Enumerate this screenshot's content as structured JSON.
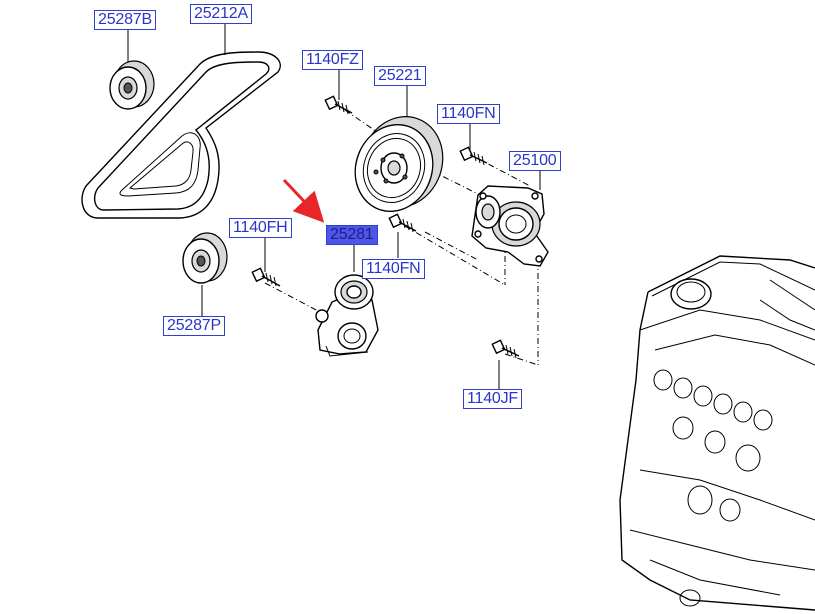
{
  "labels": {
    "p25287b": "25287B",
    "p25212a": "25212A",
    "p1140fz": "1140FZ",
    "p25221": "25221",
    "p1140fn_top": "1140FN",
    "p25100": "25100",
    "p1140fh": "1140FH",
    "p25281": "25281",
    "p1140fn_mid": "1140FN",
    "p25287p": "25287P",
    "p1140jf": "1140JF"
  },
  "selected_part": "25281",
  "colors": {
    "label_text": "#2a35c8",
    "label_border": "#2f3fd0",
    "selected_fill": "#4f55e6",
    "arrow": "#e8262a"
  }
}
